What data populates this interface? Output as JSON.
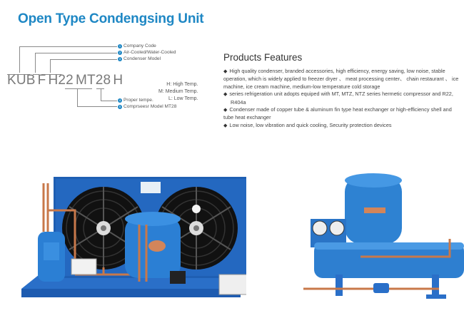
{
  "title": "Open Type  Condengsing Unit",
  "model_code": {
    "parts": [
      "KUB",
      "F",
      "H22",
      "MT28",
      "H"
    ],
    "legend": [
      {
        "num": "1",
        "label": "Company Code"
      },
      {
        "num": "2",
        "label": "Air-Cooled/Water-Cooled"
      },
      {
        "num": "3",
        "label": "Condenser Model"
      },
      {
        "num": "4",
        "label": "Proper tempe."
      },
      {
        "num": "5",
        "label": "Comprseesr Model MT28"
      }
    ],
    "temperatures": [
      "H: High Temp.",
      "M: Medium Temp.",
      "L:  Low Temp."
    ]
  },
  "features": {
    "heading": "Products Features",
    "bullet": "◆",
    "items": [
      "High quality condenser, branded accessories, high efficiency, energy saving, low noise, stable operation, which is widely applied to  freezer dryer 、 meat processing center、 chain restaurant 、 ice machine, ice cream machine, medium-low temperature cold storage",
      "series refrigeration unit adopts equiped with MT, MTZ,  NTZ series hermetic compressor and R22, R404a",
      "Condenser made of  copper tube & aluminum fin type heat exchanger or high-efficiency shell and tube heat exchanger",
      "Low noise, low vibration and quick cooling, Security protection devices"
    ]
  },
  "images": {
    "left": "Air-cooled condensing unit with two fans, blue compressor and receiver",
    "right": "Water-cooled condensing unit with compressor on shell-and-tube condenser and gauges"
  },
  "colors": {
    "accent": "#1e87c4",
    "unit_blue": "#1f5fb3",
    "unit_blue_light": "#2d7fd0",
    "copper": "#c8784a"
  }
}
